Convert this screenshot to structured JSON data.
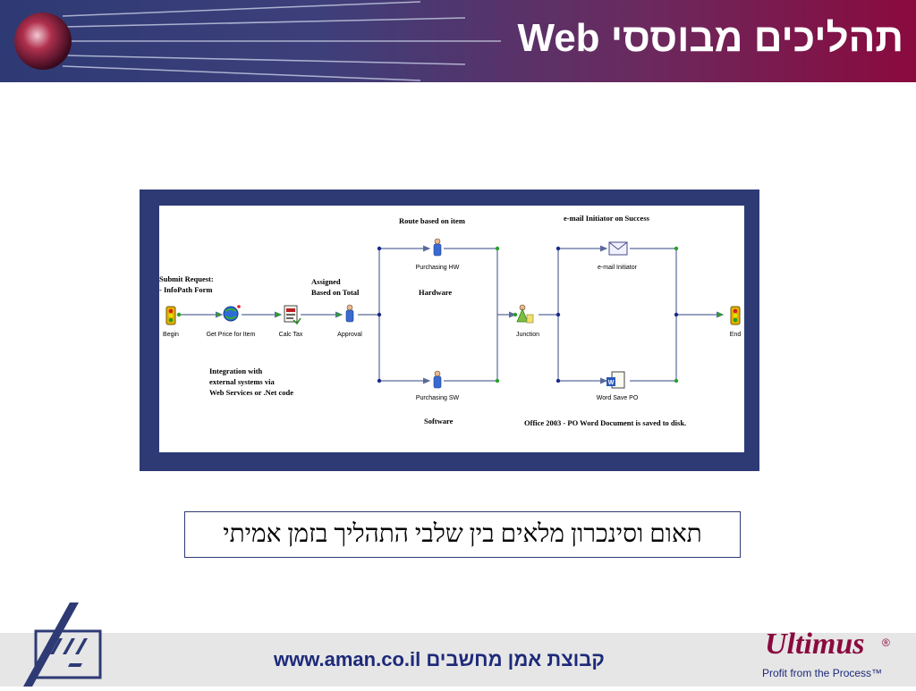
{
  "header": {
    "title": "תהליכים מבוססי Web"
  },
  "diagram": {
    "steps": [
      {
        "key": "begin",
        "label": "Begin"
      },
      {
        "key": "price",
        "label": "Get Price for Item"
      },
      {
        "key": "tax",
        "label": "Calc Tax"
      },
      {
        "key": "approval",
        "label": "Approval"
      },
      {
        "key": "purch_hw",
        "label": "Purchasing HW"
      },
      {
        "key": "purch_sw",
        "label": "Purchasing SW"
      },
      {
        "key": "junction",
        "label": "Junction"
      },
      {
        "key": "email",
        "label": "e-mail Initiator"
      },
      {
        "key": "wordsave",
        "label": "Word Save PO"
      },
      {
        "key": "end",
        "label": "End"
      }
    ],
    "notes": {
      "submit_line1": "Submit Request:",
      "submit_line2": "- InfoPath Form",
      "assigned_line1": "Assigned",
      "assigned_line2": "Based on Total",
      "route": "Route based on item",
      "hardware": "Hardware",
      "software": "Software",
      "email_success": "e-mail Initiator on Success",
      "integration_line1": "Integration with",
      "integration_line2": "external systems via",
      "integration_line3": "Web Services or .Net code",
      "office": "Office 2003 - PO Word Document is saved to disk."
    }
  },
  "caption": "תאום וסינכרון מלאים  בין שלבי התהליך בזמן אמיתי",
  "footer": {
    "text": "www.aman.co.il קבוצת אמן מחשבים",
    "brand": "Ultimus",
    "registered": "®",
    "tagline": "Profit from the Process™"
  },
  "colors": {
    "navy": "#2e3a74",
    "crimson": "#8a0a3e",
    "connector": "#5a6a9a",
    "dot_green": "#2aa02a",
    "dot_blue": "#1a2a8a"
  }
}
